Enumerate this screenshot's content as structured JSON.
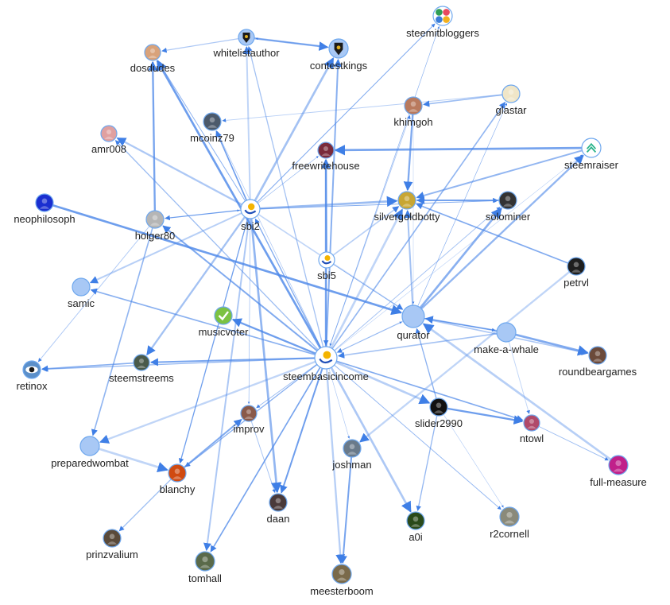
{
  "graph": {
    "nodes": [
      {
        "id": "steemitbloggers",
        "label": "steemitbloggers",
        "icon": "clover-logo-icon",
        "fill": "#2f9e55"
      },
      {
        "id": "whitelistauthor",
        "label": "whitelistauthor",
        "icon": "crest-icon",
        "fill": "#a8c8f5"
      },
      {
        "id": "contestkings",
        "label": "contestkings",
        "icon": "crest-icon",
        "fill": "#a8c8f5"
      },
      {
        "id": "dosdudes",
        "label": "dosdudes",
        "icon": "avatar-icon",
        "fill": "#d9a27a"
      },
      {
        "id": "khimgoh",
        "label": "khimgoh",
        "icon": "avatar-icon",
        "fill": "#b97a5e"
      },
      {
        "id": "glastar",
        "label": "glastar",
        "icon": "avatar-icon",
        "fill": "#f0e6c8"
      },
      {
        "id": "mcoinz79",
        "label": "mcoinz79",
        "icon": "avatar-icon",
        "fill": "#4c5a6b"
      },
      {
        "id": "amr008",
        "label": "amr008",
        "icon": "avatar-icon",
        "fill": "#e0a0a0"
      },
      {
        "id": "freewritehouse",
        "label": "freewritehouse",
        "icon": "avatar-icon",
        "fill": "#7a2a3a"
      },
      {
        "id": "steemraiser",
        "label": "steemraiser",
        "icon": "arrow-logo-icon",
        "fill": "#2ab38a"
      },
      {
        "id": "neophilosoph",
        "label": "neophilosoph",
        "icon": "avatar-icon",
        "fill": "#1a2fd0"
      },
      {
        "id": "sbi2",
        "label": "sbi2",
        "icon": "sbi-logo-icon",
        "fill": "#f4b400"
      },
      {
        "id": "holger80",
        "label": "holger80",
        "icon": "avatar-icon",
        "fill": "#b5b5b5"
      },
      {
        "id": "silvergoldbotty",
        "label": "silvergoldbotty",
        "icon": "avatar-icon",
        "fill": "#c8a632"
      },
      {
        "id": "solominer",
        "label": "solominer",
        "icon": "avatar-icon",
        "fill": "#333333"
      },
      {
        "id": "sbi5",
        "label": "sbi5",
        "icon": "sbi-logo-icon",
        "fill": "#f4b400"
      },
      {
        "id": "petrvl",
        "label": "petrvl",
        "icon": "avatar-icon",
        "fill": "#1e1e1e"
      },
      {
        "id": "samic",
        "label": "samic",
        "icon": "",
        "fill": "#a8c8f5"
      },
      {
        "id": "musicvoter",
        "label": "musicvoter",
        "icon": "checkmark-icon",
        "fill": "#7cc242"
      },
      {
        "id": "qurator",
        "label": "qurator",
        "icon": "",
        "fill": "#a8c8f5"
      },
      {
        "id": "make-a-whale",
        "label": "make-a-whale",
        "icon": "",
        "fill": "#a8c8f5"
      },
      {
        "id": "retinox",
        "label": "retinox",
        "icon": "eye-icon",
        "fill": "#5b8fc9"
      },
      {
        "id": "steemstreems",
        "label": "steemstreems",
        "icon": "avatar-icon",
        "fill": "#4a5a4a"
      },
      {
        "id": "steembasicincome",
        "label": "steembasicincome",
        "icon": "sbi-logo-icon",
        "fill": "#f4b400"
      },
      {
        "id": "roundbeargames",
        "label": "roundbeargames",
        "icon": "avatar-icon",
        "fill": "#6b4a3a"
      },
      {
        "id": "slider2990",
        "label": "slider2990",
        "icon": "avatar-icon",
        "fill": "#111111"
      },
      {
        "id": "improv",
        "label": "improv",
        "icon": "avatar-icon",
        "fill": "#8a5a4a"
      },
      {
        "id": "ntowl",
        "label": "ntowl",
        "icon": "avatar-icon",
        "fill": "#b04a6a"
      },
      {
        "id": "preparedwombat",
        "label": "preparedwombat",
        "icon": "",
        "fill": "#a8c8f5"
      },
      {
        "id": "joshman",
        "label": "joshman",
        "icon": "avatar-icon",
        "fill": "#6a7a8a"
      },
      {
        "id": "full-measure",
        "label": "full-measure",
        "icon": "avatar-icon",
        "fill": "#c0208a"
      },
      {
        "id": "blanchy",
        "label": "blanchy",
        "icon": "avatar-icon",
        "fill": "#d04a10"
      },
      {
        "id": "daan",
        "label": "daan",
        "icon": "avatar-icon",
        "fill": "#4a3a3a"
      },
      {
        "id": "a0i",
        "label": "a0i",
        "icon": "avatar-icon",
        "fill": "#2a4a1a"
      },
      {
        "id": "r2cornell",
        "label": "r2cornell",
        "icon": "avatar-icon",
        "fill": "#8a8a7a"
      },
      {
        "id": "prinzvalium",
        "label": "prinzvalium",
        "icon": "avatar-icon",
        "fill": "#5a4a3a"
      },
      {
        "id": "tomhall",
        "label": "tomhall",
        "icon": "avatar-icon",
        "fill": "#5a6a4a"
      },
      {
        "id": "meesterboom",
        "label": "meesterboom",
        "icon": "avatar-icon",
        "fill": "#7a6a4a"
      }
    ],
    "edges": [
      [
        "steembasicincome",
        "steemitbloggers"
      ],
      [
        "steembasicincome",
        "whitelistauthor"
      ],
      [
        "steembasicincome",
        "contestkings"
      ],
      [
        "steembasicincome",
        "dosdudes"
      ],
      [
        "steembasicincome",
        "khimgoh"
      ],
      [
        "steembasicincome",
        "glastar"
      ],
      [
        "steembasicincome",
        "freewritehouse"
      ],
      [
        "steembasicincome",
        "steemraiser"
      ],
      [
        "steembasicincome",
        "amr008"
      ],
      [
        "steembasicincome",
        "holger80"
      ],
      [
        "steembasicincome",
        "silvergoldbotty"
      ],
      [
        "steembasicincome",
        "solominer"
      ],
      [
        "steembasicincome",
        "samic"
      ],
      [
        "steembasicincome",
        "musicvoter"
      ],
      [
        "steembasicincome",
        "qurator"
      ],
      [
        "steembasicincome",
        "retinox"
      ],
      [
        "steembasicincome",
        "steemstreems"
      ],
      [
        "steembasicincome",
        "slider2990"
      ],
      [
        "steembasicincome",
        "improv"
      ],
      [
        "steembasicincome",
        "ntowl"
      ],
      [
        "steembasicincome",
        "preparedwombat"
      ],
      [
        "steembasicincome",
        "joshman"
      ],
      [
        "steembasicincome",
        "blanchy"
      ],
      [
        "steembasicincome",
        "daan"
      ],
      [
        "steembasicincome",
        "a0i"
      ],
      [
        "steembasicincome",
        "r2cornell"
      ],
      [
        "steembasicincome",
        "tomhall"
      ],
      [
        "steembasicincome",
        "meesterboom"
      ],
      [
        "steembasicincome",
        "mcoinz79"
      ],
      [
        "steembasicincome",
        "sbi2"
      ],
      [
        "sbi2",
        "whitelistauthor"
      ],
      [
        "sbi2",
        "contestkings"
      ],
      [
        "sbi2",
        "dosdudes"
      ],
      [
        "sbi2",
        "mcoinz79"
      ],
      [
        "sbi2",
        "amr008"
      ],
      [
        "sbi2",
        "freewritehouse"
      ],
      [
        "sbi2",
        "holger80"
      ],
      [
        "sbi2",
        "samic"
      ],
      [
        "sbi2",
        "silvergoldbotty"
      ],
      [
        "sbi2",
        "solominer"
      ],
      [
        "sbi2",
        "qurator"
      ],
      [
        "sbi2",
        "steemstreems"
      ],
      [
        "sbi2",
        "improv"
      ],
      [
        "sbi2",
        "blanchy"
      ],
      [
        "sbi2",
        "tomhall"
      ],
      [
        "sbi2",
        "daan"
      ],
      [
        "sbi2",
        "steemitbloggers"
      ],
      [
        "sbi5",
        "silvergoldbotty"
      ],
      [
        "sbi5",
        "freewritehouse"
      ],
      [
        "sbi5",
        "qurator"
      ],
      [
        "sbi5",
        "steembasicincome"
      ],
      [
        "qurator",
        "silvergoldbotty"
      ],
      [
        "qurator",
        "solominer"
      ],
      [
        "qurator",
        "make-a-whale"
      ],
      [
        "qurator",
        "roundbeargames"
      ],
      [
        "qurator",
        "steemraiser"
      ],
      [
        "qurator",
        "glastar"
      ],
      [
        "qurator",
        "steembasicincome"
      ],
      [
        "make-a-whale",
        "qurator"
      ],
      [
        "make-a-whale",
        "roundbeargames"
      ],
      [
        "make-a-whale",
        "ntowl"
      ],
      [
        "make-a-whale",
        "steembasicincome"
      ],
      [
        "whitelistauthor",
        "contestkings"
      ],
      [
        "contestkings",
        "whitelistauthor"
      ],
      [
        "whitelistauthor",
        "dosdudes"
      ],
      [
        "steemraiser",
        "silvergoldbotty"
      ],
      [
        "steemraiser",
        "freewritehouse"
      ],
      [
        "glastar",
        "mcoinz79"
      ],
      [
        "glastar",
        "khimgoh"
      ],
      [
        "khimgoh",
        "silvergoldbotty"
      ],
      [
        "khimgoh",
        "qurator"
      ],
      [
        "silvergoldbotty",
        "solominer"
      ],
      [
        "solominer",
        "silvergoldbotty"
      ],
      [
        "neophilosoph",
        "qurator"
      ],
      [
        "holger80",
        "retinox"
      ],
      [
        "holger80",
        "preparedwombat"
      ],
      [
        "holger80",
        "dosdudes"
      ],
      [
        "holger80",
        "sbi2"
      ],
      [
        "blanchy",
        "prinzvalium"
      ],
      [
        "blanchy",
        "improv"
      ],
      [
        "preparedwombat",
        "blanchy"
      ],
      [
        "improv",
        "daan"
      ],
      [
        "steemstreems",
        "retinox"
      ],
      [
        "slider2990",
        "ntowl"
      ],
      [
        "slider2990",
        "r2cornell"
      ],
      [
        "slider2990",
        "a0i"
      ],
      [
        "joshman",
        "meesterboom"
      ],
      [
        "full-measure",
        "qurator"
      ],
      [
        "ntowl",
        "full-measure"
      ],
      [
        "petrvl",
        "silvergoldbotty"
      ],
      [
        "petrvl",
        "joshman"
      ],
      [
        "steemitbloggers",
        "steembasicincome"
      ],
      [
        "slider2990",
        "qurator"
      ]
    ]
  }
}
